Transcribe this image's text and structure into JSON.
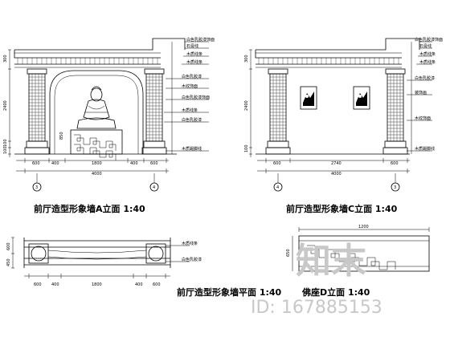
{
  "titles": {
    "elev_a": "前厅造型形象墙A立面  1:40",
    "elev_c": "前厅造型形象墙C立面  1:40",
    "plan": "前厅造型形象墙平面  1:40",
    "seat": "佛座D立面 1:40"
  },
  "axes": {
    "a_left": "3",
    "a_right": "4",
    "c_left": "4",
    "c_right": "3"
  },
  "dims": {
    "a_bottom": [
      "600",
      "400",
      "1800",
      "400",
      "600"
    ],
    "a_total": "4000",
    "a_left_vert": [
      "300",
      "2400",
      "100",
      "100"
    ],
    "a_inner": "850",
    "c_bottom": [
      "600",
      "2740",
      "600"
    ],
    "c_total": "4000",
    "c_left_vert": [
      "300",
      "2400",
      "100"
    ],
    "plan_bottom": [
      "600",
      "400",
      "1800",
      "400",
      "600"
    ],
    "plan_left": [
      "600",
      "450"
    ],
    "seat_dims": [
      "650",
      "1200"
    ]
  },
  "notes": {
    "a_right": [
      "白色乳胶漆饰面",
      "石膏线",
      "木质线条",
      "木质线条",
      "白色乳胶漆",
      "木纹饰面",
      "白色乳胶漆饰面",
      "木质线条",
      "白色乳胶漆",
      "木质踢脚线"
    ],
    "c_right": [
      "白色乳胶漆饰面",
      "石膏线",
      "木质线条",
      "木质线条",
      "白色乳胶漆",
      "装饰画",
      "木纹饰面",
      "木质踢脚线"
    ],
    "plan_right": [
      "木质线条",
      "白色乳胶漆"
    ]
  },
  "watermark": {
    "brand": "知末",
    "id": "ID: 167885153"
  }
}
